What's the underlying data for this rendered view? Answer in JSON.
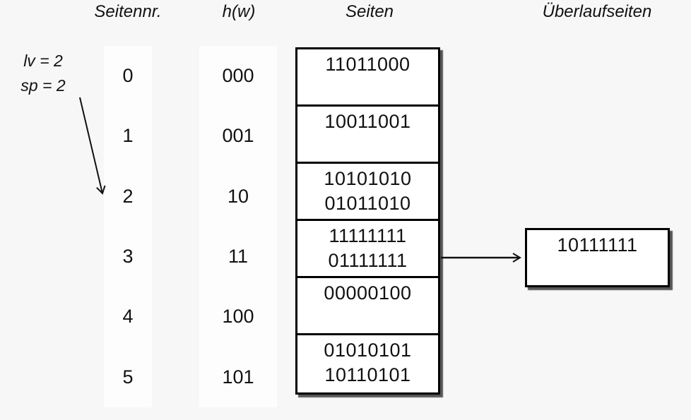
{
  "colors": {
    "background": "#f7f7f7",
    "panel": "#ffffff",
    "border": "#000000",
    "text": "#111111"
  },
  "headers": {
    "page_no": "Seitennr.",
    "hash": "h(w)",
    "pages": "Seiten",
    "overflow": "Überlaufseiten"
  },
  "annotation": {
    "line1": "lv = 2",
    "line2": "sp = 2"
  },
  "table": {
    "rows": [
      {
        "nr": "0",
        "hash": "000",
        "lines": [
          "11011000"
        ]
      },
      {
        "nr": "1",
        "hash": "001",
        "lines": [
          "10011001"
        ]
      },
      {
        "nr": "2",
        "hash": "10",
        "lines": [
          "10101010",
          "01011010"
        ]
      },
      {
        "nr": "3",
        "hash": "11",
        "lines": [
          "11111111",
          "01111111"
        ]
      },
      {
        "nr": "4",
        "hash": "100",
        "lines": [
          "00000100"
        ]
      },
      {
        "nr": "5",
        "hash": "101",
        "lines": [
          "01010101",
          "10110101"
        ]
      }
    ]
  },
  "overflow": {
    "value": "10111111"
  }
}
